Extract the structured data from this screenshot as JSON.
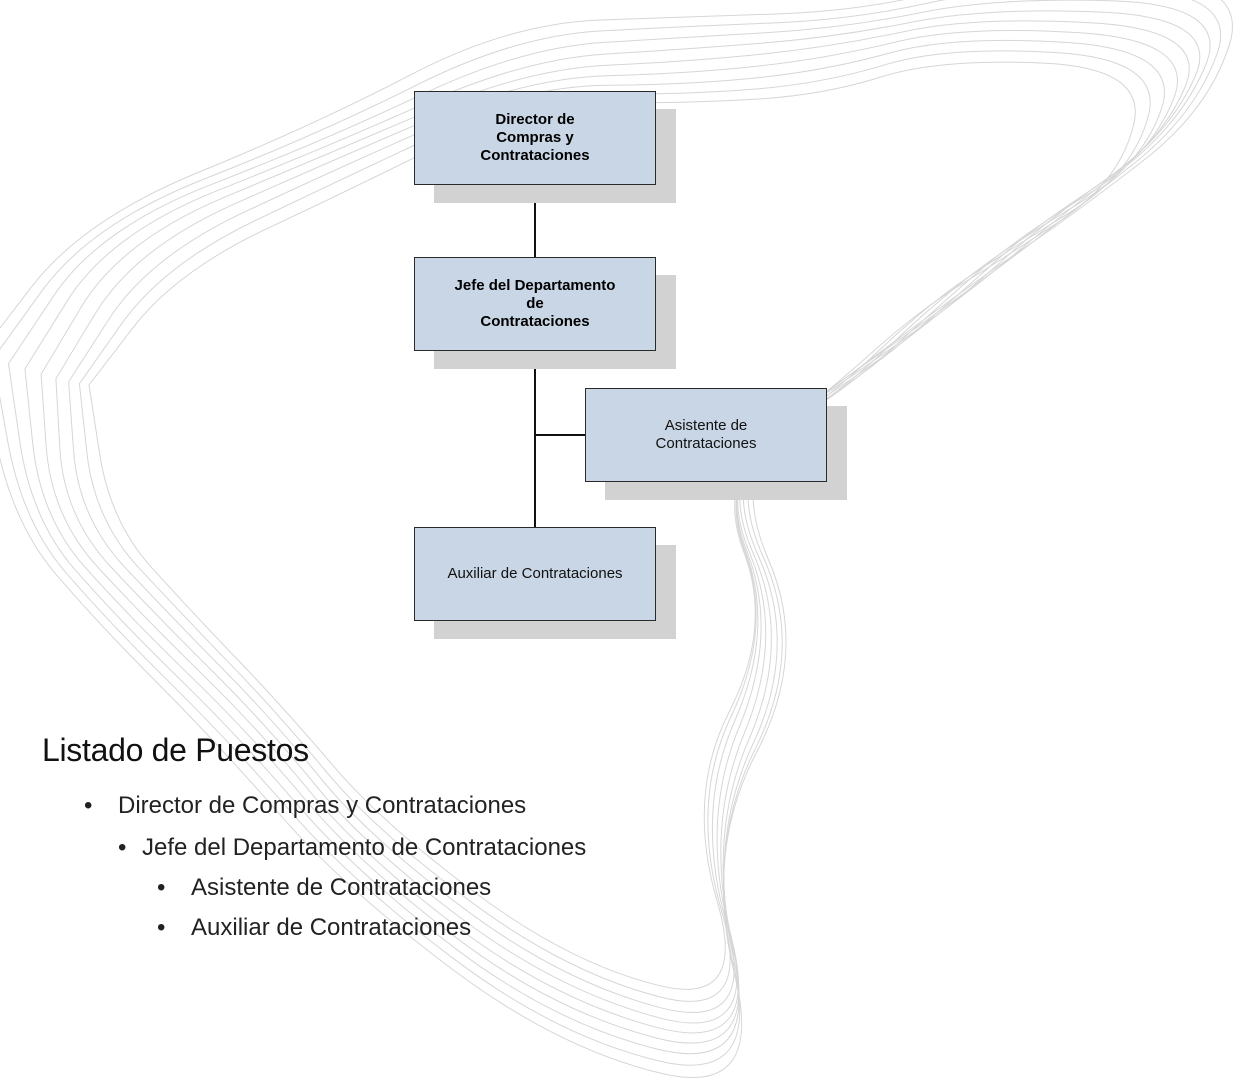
{
  "org_chart": {
    "nodes": [
      {
        "id": "director",
        "label": "Director  de\nCompras y\nContrataciones",
        "bold": true
      },
      {
        "id": "jefe",
        "label": "Jefe del Departamento\nde\nContrataciones",
        "bold": true
      },
      {
        "id": "asistente",
        "label": "Asistente de\nContrataciones",
        "bold": false
      },
      {
        "id": "auxiliar",
        "label": "Auxiliar de Contrataciones",
        "bold": false
      }
    ],
    "colors": {
      "box_fill": "#c9d6e6",
      "shadow": "#d2d2d2",
      "line": "#111111"
    }
  },
  "section": {
    "title": "Listado de Puestos",
    "items": [
      {
        "text": "Director de Compras y Contrataciones",
        "bullet": "•"
      },
      {
        "text": "Jefe del Departamento de Contrataciones",
        "bullet": "•"
      },
      {
        "text": "Asistente de Contrataciones",
        "bullet": "•"
      },
      {
        "text": "Auxiliar de Contrataciones",
        "bullet": "•"
      }
    ]
  }
}
